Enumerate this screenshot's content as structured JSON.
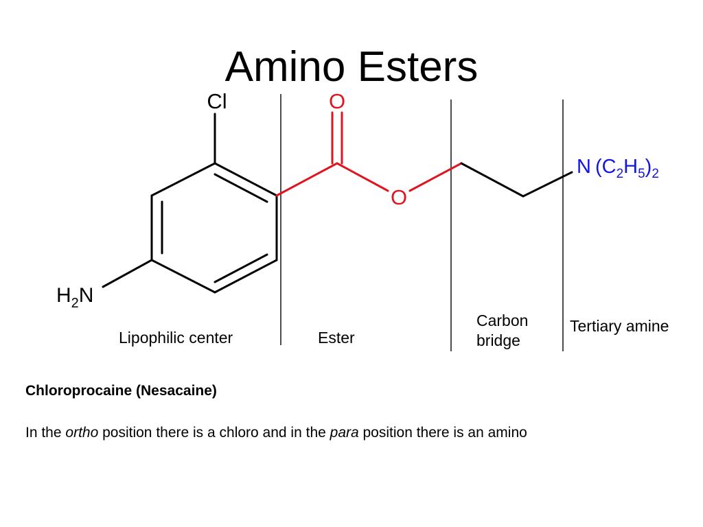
{
  "title": "Amino Esters",
  "colors": {
    "ester": "#e0141e",
    "amine": "#1414e6",
    "default": "#000000"
  },
  "molecule": {
    "substituent_top": "Cl",
    "carbonyl_oxygen": "O",
    "ester_oxygen": "O",
    "amine_left": {
      "h": "H",
      "sub": "2",
      "n": "N"
    },
    "amine_right": {
      "n": "N",
      "open": "(C",
      "sub1": "2",
      "h": "H",
      "sub2": "5",
      "close": ")",
      "sub3": "2"
    }
  },
  "regions": {
    "lipophilic": "Lipophilic center",
    "ester": "Ester",
    "carbon_bridge_line1": "Carbon",
    "carbon_bridge_line2": "bridge",
    "tertiary_amine": "Tertiary amine"
  },
  "caption": {
    "title": "Chloroprocaine (Nesacaine)",
    "sentence_part1": "In the ",
    "ortho": "ortho",
    "sentence_part2": " position there is a chloro and in the ",
    "para": "para",
    "sentence_part3": " position there is an amino"
  }
}
